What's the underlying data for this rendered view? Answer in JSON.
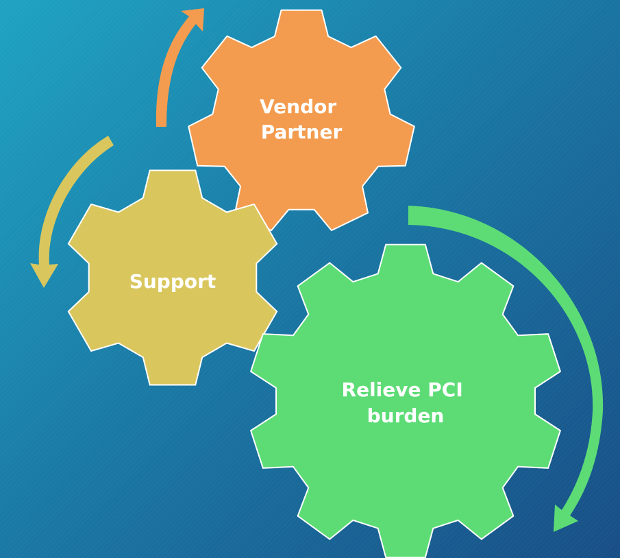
{
  "gears": [
    {
      "id": "vendor-partner",
      "lines": [
        "Vendor",
        "Partner"
      ],
      "color": "#f39c4f"
    },
    {
      "id": "support",
      "lines": [
        "Support"
      ],
      "color": "#d9c75e"
    },
    {
      "id": "relieve-pci",
      "lines": [
        "Relieve PCI",
        "burden"
      ],
      "color": "#5ddc76"
    }
  ],
  "arrows": [
    {
      "id": "orange-arrow",
      "color": "#f39c4f"
    },
    {
      "id": "yellow-arrow",
      "color": "#d9c75e"
    },
    {
      "id": "green-arrow",
      "color": "#5ddc76"
    }
  ],
  "background": {
    "from": "#1fa3c2",
    "to": "#184e86"
  }
}
